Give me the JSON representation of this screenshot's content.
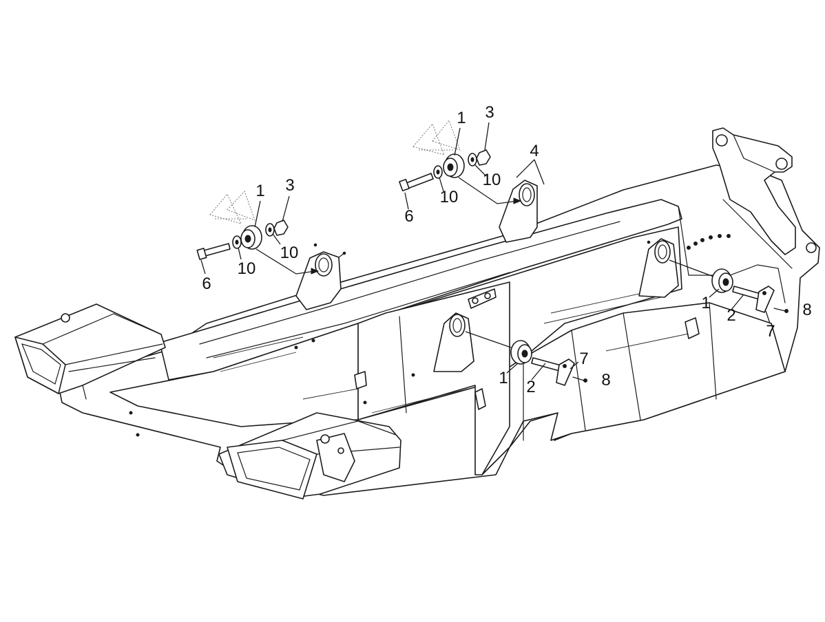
{
  "callouts": [
    {
      "id": "c1a",
      "label": "1"
    },
    {
      "id": "c3a",
      "label": "3"
    },
    {
      "id": "c10a",
      "label": "10"
    },
    {
      "id": "c10b",
      "label": "10"
    },
    {
      "id": "c6a",
      "label": "6"
    },
    {
      "id": "c1b",
      "label": "1"
    },
    {
      "id": "c3b",
      "label": "3"
    },
    {
      "id": "c4",
      "label": "4"
    },
    {
      "id": "c10c",
      "label": "10"
    },
    {
      "id": "c10d",
      "label": "10"
    },
    {
      "id": "c6b",
      "label": "6"
    },
    {
      "id": "c1c",
      "label": "1"
    },
    {
      "id": "c2a",
      "label": "2"
    },
    {
      "id": "c8a",
      "label": "8"
    },
    {
      "id": "c7a",
      "label": "7"
    },
    {
      "id": "c7b",
      "label": "7"
    },
    {
      "id": "c8b",
      "label": "8"
    },
    {
      "id": "c1d",
      "label": "1"
    },
    {
      "id": "c2b",
      "label": "2"
    }
  ],
  "colors": {
    "line": "#1a1a1a",
    "background": "#ffffff"
  }
}
